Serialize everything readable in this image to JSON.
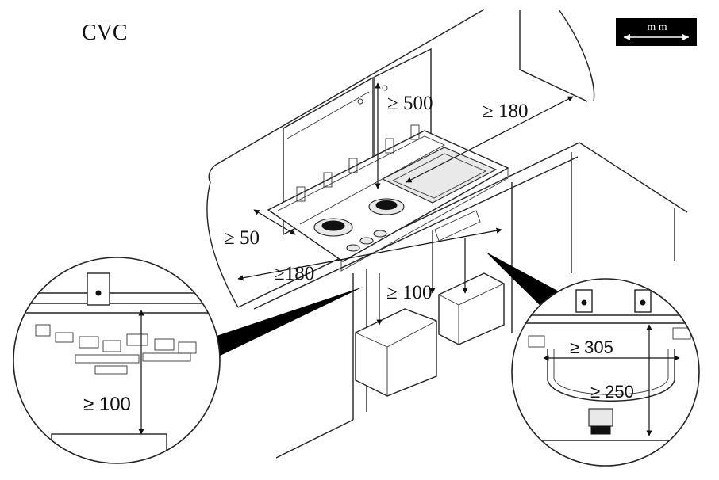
{
  "title": "CVC",
  "units_badge": {
    "text": "m m",
    "icon": "double-arrow-icon",
    "color": "#000000",
    "text_color": "#ffffff"
  },
  "dimensions": {
    "hood_height": "≥ 500",
    "top_depth": "≥ 180",
    "left_side": "≥ 50",
    "front_left": "≥180",
    "below_counter": "≥ 100",
    "left_detail": "≥ 100",
    "right_detail_width": "≥ 305",
    "right_detail_depth": "≥ 250"
  }
}
